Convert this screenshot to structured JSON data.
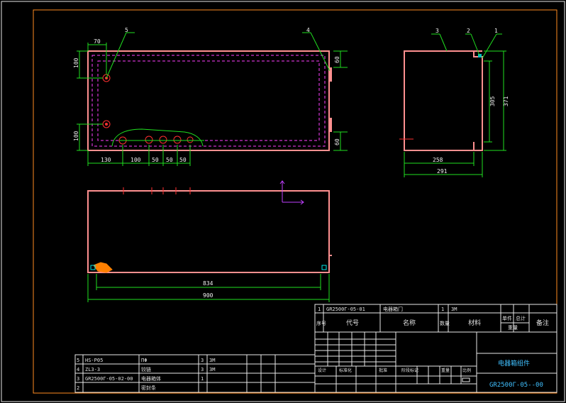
{
  "dims": {
    "d70": "70",
    "d100a": "100",
    "d100b": "100",
    "d60a": "60",
    "d60b": "60",
    "d130": "130",
    "d100c": "100",
    "d50a": "50",
    "d50b": "50",
    "d50c": "50",
    "d305": "305",
    "d371": "371",
    "d258": "258",
    "d291": "291",
    "d834": "834",
    "d900": "900"
  },
  "balloons": {
    "b1": "1",
    "b2": "2",
    "b3": "3",
    "b4": "4",
    "b5": "5"
  },
  "bom_rows": [
    {
      "no": "5",
      "code": "HS-P05",
      "name": "ΠΦ",
      "qty": "3",
      "mat": "3M"
    },
    {
      "no": "4",
      "code": "ZL3-3",
      "name": "铰链",
      "qty": "3",
      "mat": "3M"
    },
    {
      "no": "3",
      "code": "GR2500Γ-05-02-00",
      "name": "电器箱体",
      "qty": "1",
      "mat": ""
    },
    {
      "no": "2",
      "code": "",
      "name": "密封条",
      "qty": "",
      "mat": ""
    }
  ],
  "top_bom": {
    "no": "1",
    "code": "GR2500Γ-05-01",
    "name": "电器箱门",
    "qty": "1",
    "mat": "3M"
  },
  "header": {
    "xuhao": "序号",
    "daihao": "代号",
    "mingcheng": "名称",
    "shuliang": "数量",
    "cailiao": "材料",
    "danjian": "单件",
    "zongji": "总计",
    "zhongliang": "重量",
    "beizhu": "备注"
  },
  "title_block": {
    "drawing_name": "电器箱组件",
    "drawing_no": "GR2500Γ-05--00",
    "sign1": "设计",
    "sign2": "标准化",
    "sign3": "批准",
    "stage": "阶段标记",
    "weight": "重量",
    "scale": "比例"
  }
}
